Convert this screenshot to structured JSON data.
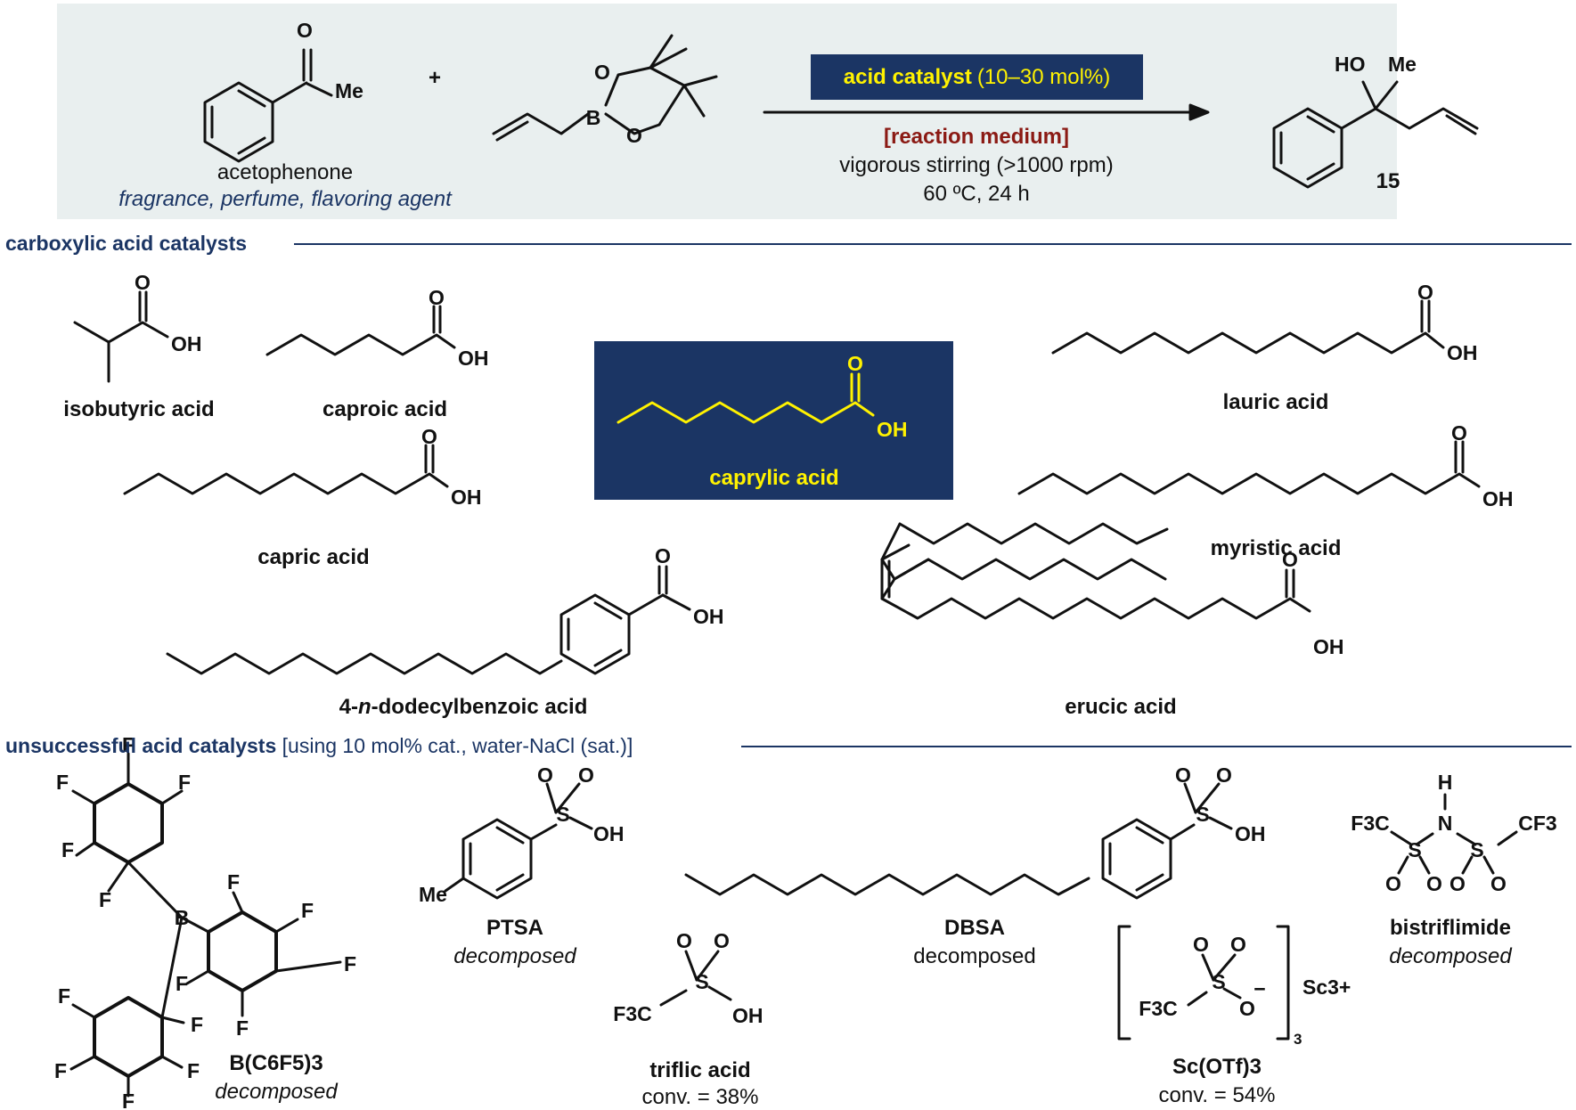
{
  "scheme": {
    "reactant1_name": "acetophenone",
    "reactant1_use": "fragrance, perfume, flavoring agent",
    "plus": "+",
    "catalyst_label": "acid catalyst",
    "catalyst_loading": "(10–30 mol%)",
    "medium": "[reaction medium]",
    "stirring": "vigorous stirring (>1000 rpm)",
    "conditions": "60 ºC, 24 h",
    "product_number": "15"
  },
  "sections": {
    "carboxylic_title": "carboxylic acid catalysts",
    "unsuccessful_title": "unsuccessful acid catalysts",
    "unsuccessful_conditions": "[using 10 mol% cat., water-NaCl (sat.)]"
  },
  "carboxylic_acids": {
    "isobutyric": "isobutyric acid",
    "caproic": "caproic acid",
    "caprylic": "caprylic acid",
    "lauric": "lauric acid",
    "capric": "capric acid",
    "myristic": "myristic acid",
    "dodecylbenzoic_prefix": "4-",
    "dodecylbenzoic_n": "n",
    "dodecylbenzoic_suffix": "-dodecylbenzoic acid",
    "erucic": "erucic acid"
  },
  "unsuccessful": {
    "bcf_name": "B(C6F5)3",
    "bcf_result": "decomposed",
    "ptsa_name": "PTSA",
    "ptsa_result": "decomposed",
    "triflic_name": "triflic acid",
    "triflic_result": "conv. = 38%",
    "dbsa_name": "DBSA",
    "dbsa_result": "decomposed",
    "scotf_name": "Sc(OTf)3",
    "scotf_result": "conv. = 54%",
    "nhtf2_name": "bistriflimide",
    "nhtf2_result": "decomposed"
  },
  "atoms": {
    "O": "O",
    "OH": "OH",
    "Me": "Me",
    "HO": "HO",
    "B": "B",
    "F": "F",
    "S": "S",
    "N": "N",
    "H": "H",
    "F3C": "F3C",
    "CF3": "CF3",
    "minus": "−",
    "sc3plus": "Sc3+",
    "sub3": "3"
  },
  "colors": {
    "navy": "#1b3564",
    "yellow": "#fff200",
    "darkred": "#8b1a14",
    "banner": "#e9efef"
  }
}
